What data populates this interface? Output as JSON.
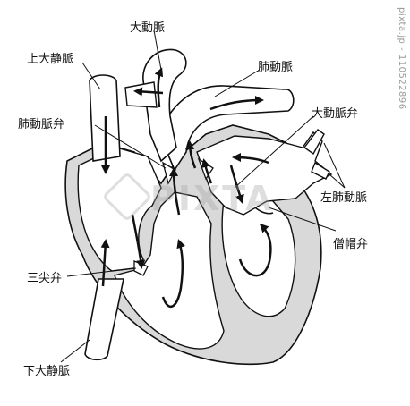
{
  "labels": {
    "aorta": "大動脈",
    "superior_vena_cava": "上大静脈",
    "pulmonary_artery": "肺動脈",
    "aortic_valve": "大動脈弁",
    "pulmonary_valve": "肺動脈弁",
    "left_pulmonary_vein": "左肺動脈",
    "mitral_valve": "僧帽弁",
    "tricuspid_valve": "三尖弁",
    "inferior_vena_cava": "下大静脈"
  },
  "watermark": {
    "brand": "PIXTA"
  },
  "stock_id": "pixta.jp - 110522896",
  "colors": {
    "outline": "#111111",
    "wall_fill": "#d9d9d9",
    "chamber_fill": "#ffffff",
    "arrow": "#111111"
  }
}
